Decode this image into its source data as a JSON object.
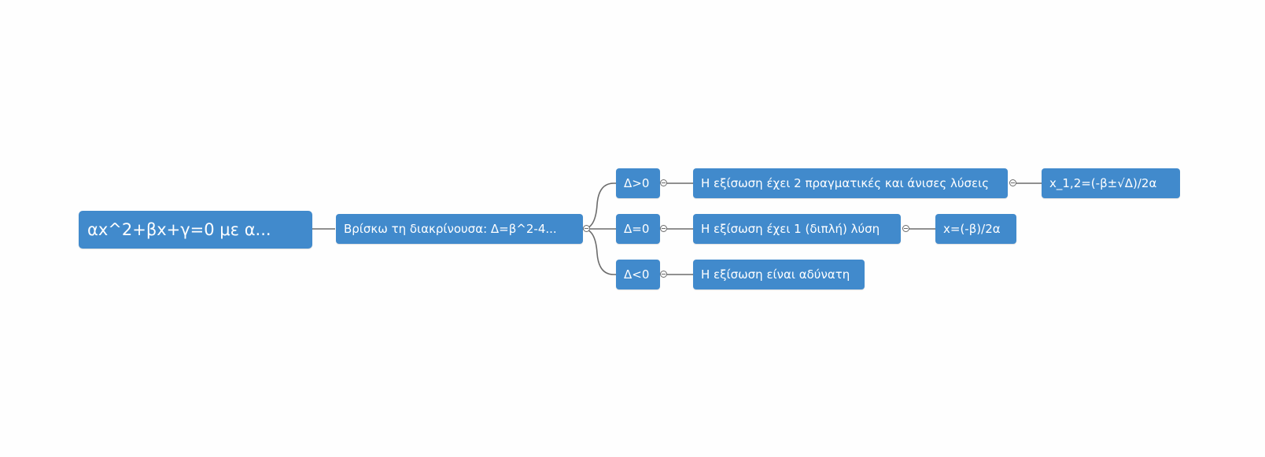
{
  "mindmap": {
    "root": {
      "label": "αx^2+βx+γ=0  με α..."
    },
    "discriminant": {
      "label": "Βρίσκω τη διακρίνουσα:  Δ=β^2-4..."
    },
    "cases": [
      {
        "condition": "Δ>0",
        "result": "Η εξίσωση έχει 2 πραγματικές και άνισες λύσεις",
        "formula": "x_1,2=(-β±√Δ)/2α"
      },
      {
        "condition": "Δ=0",
        "result": "Η εξίσωση έχει 1 (διπλή) λύση",
        "formula": "x=(-β)/2α"
      },
      {
        "condition": "Δ<0",
        "result": "Η εξίσωση είναι αδύνατη"
      }
    ]
  },
  "colors": {
    "node": "#418acc",
    "text": "#ffffff",
    "connector": "#6b6b6b",
    "background": "#fefefe"
  }
}
